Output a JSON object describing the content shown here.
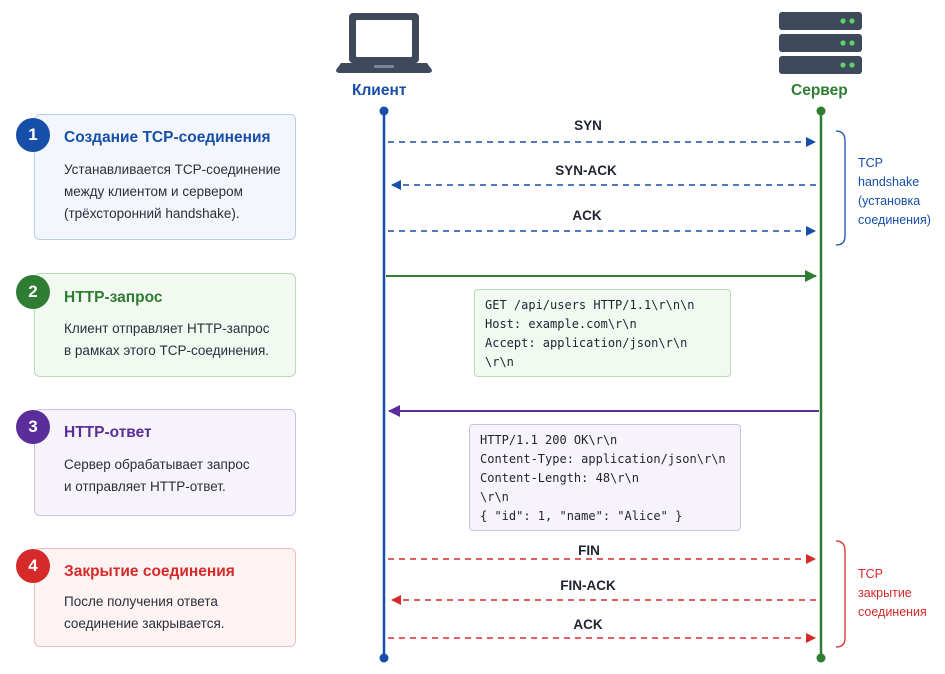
{
  "actors": {
    "client_label": "Клиент",
    "server_label": "Сервер"
  },
  "steps": [
    {
      "number": "1",
      "title": "Создание TCP-соединения",
      "body": [
        "Устанавливается TCP-соединение",
        "между клиентом и сервером",
        "(трёхсторонний handshake)."
      ]
    },
    {
      "number": "2",
      "title": "HTTP-запрос",
      "body": [
        "Клиент отправляет HTTP-запрос",
        "в рамках этого TCP-соединения."
      ]
    },
    {
      "number": "3",
      "title": "HTTP-ответ",
      "body": [
        "Сервер обрабатывает запрос",
        "и отправляет HTTP-ответ."
      ]
    },
    {
      "number": "4",
      "title": "Закрытие соединения",
      "body": [
        "После получения ответа",
        "соединение закрывается."
      ]
    }
  ],
  "messages": {
    "syn": "SYN",
    "syn_ack": "SYN-ACK",
    "ack": "ACK",
    "fin": "FIN",
    "fin_ack": "FIN-ACK",
    "ack2": "ACK"
  },
  "request_code": [
    "GET /api/users HTTP/1.1\\r\\n\\n",
    "Host: example.com\\r\\n",
    "Accept: application/json\\r\\n",
    "\\r\\n"
  ],
  "response_code": [
    "HTTP/1.1 200 OK\\r\\n",
    "Content-Type: application/json\\r\\n",
    "Content-Length: 48\\r\\n",
    "\\r\\n",
    "{ \"id\": 1, \"name\": \"Alice\" }"
  ],
  "braces": {
    "handshake": [
      "TCP",
      "handshake",
      "(установка",
      "соединения)"
    ],
    "closing": [
      "TCP",
      "закрытие",
      "соединения"
    ]
  },
  "colors": {
    "blue": "#174fa8",
    "green": "#2e7d32",
    "purple": "#5b2d9b",
    "red": "#d62a2a"
  },
  "icons": {
    "client": "laptop-icon",
    "server": "server-rack-icon"
  }
}
